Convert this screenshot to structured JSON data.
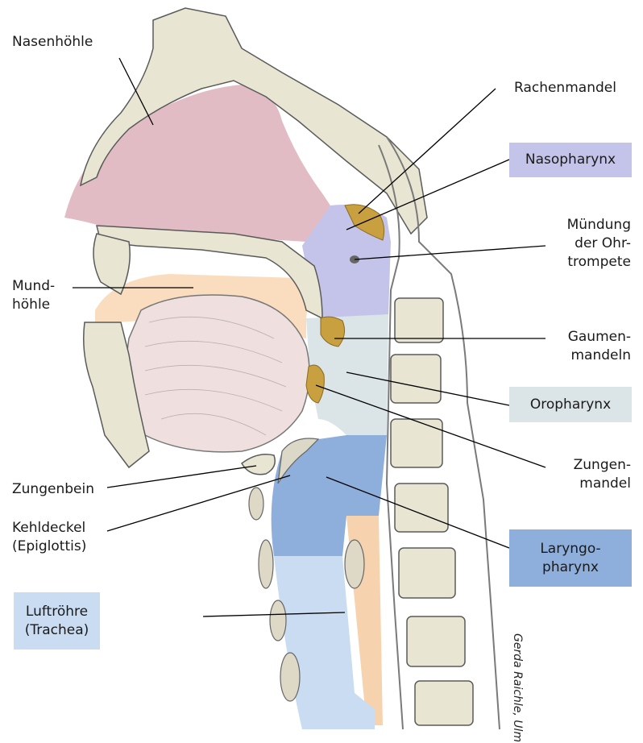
{
  "labels": {
    "nasenhoehle": "Nasenhöhle",
    "rachenmandel": "Rachenmandel",
    "nasopharynx": "Nasopharynx",
    "muendung": "Mündung\nder Ohr-\ntrompete",
    "mundhoehle": "Mund-\nhöhle",
    "gaumenmandeln": "Gaumen-\nmandeln",
    "oropharynx": "Oropharynx",
    "zungenmandel": "Zungen-\nmandel",
    "zungenbein": "Zungenbein",
    "kehldeckel": "Kehldeckel\n(Epiglottis)",
    "laryngopharynx": "Laryngo-\npharynx",
    "luftroehre": "Luftröhre\n(Trachea)"
  },
  "credit": "Gerda Raichle, Ulm",
  "colors": {
    "nasopharynx_box": "#c4c4ea",
    "oropharynx_box": "#dbe4e7",
    "laryngopharynx_box": "#8eaedc",
    "luftroehre_box": "#c9dcf2",
    "nasal_cavity": "#e2bcc4",
    "oral_cavity": "#f9d7b3",
    "bone": "#e8e6d2",
    "tonsil": "#c8a040"
  }
}
